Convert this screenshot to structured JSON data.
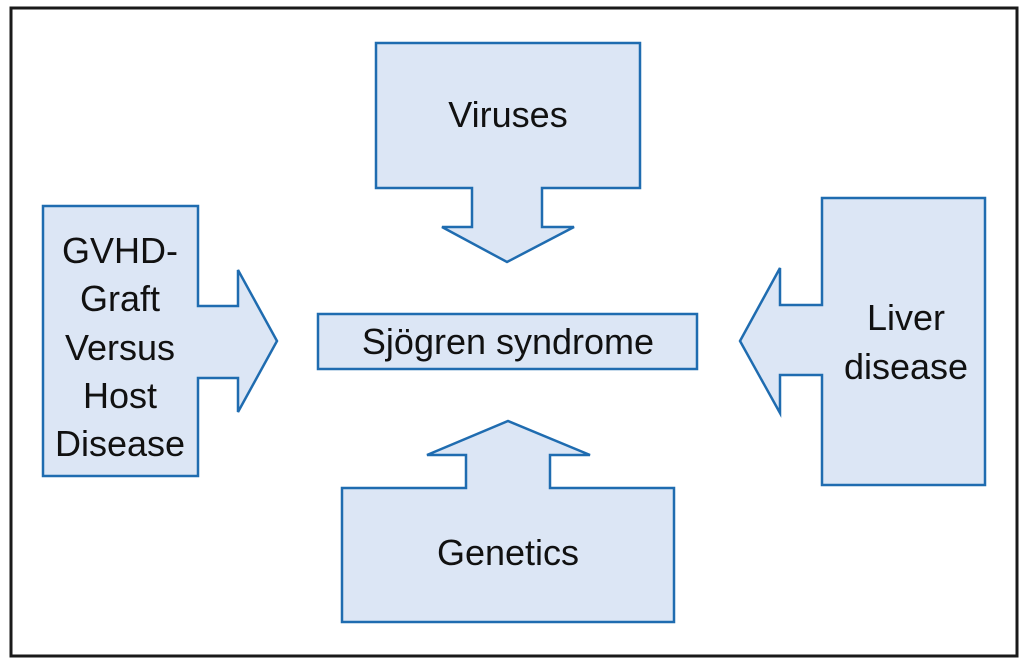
{
  "center": {
    "label": "Sjögren syndrome"
  },
  "factors": {
    "top": {
      "lines": [
        "Viruses"
      ]
    },
    "left": {
      "lines": [
        "GVHD-",
        "Graft",
        "Versus",
        "Host",
        "Disease"
      ]
    },
    "right": {
      "lines": [
        "Liver",
        "disease"
      ]
    },
    "bottom": {
      "lines": [
        "Genetics"
      ]
    }
  },
  "colors": {
    "fill": "#dce6f5",
    "stroke": "#1f6cb0",
    "frame": "#1a1a1a"
  }
}
